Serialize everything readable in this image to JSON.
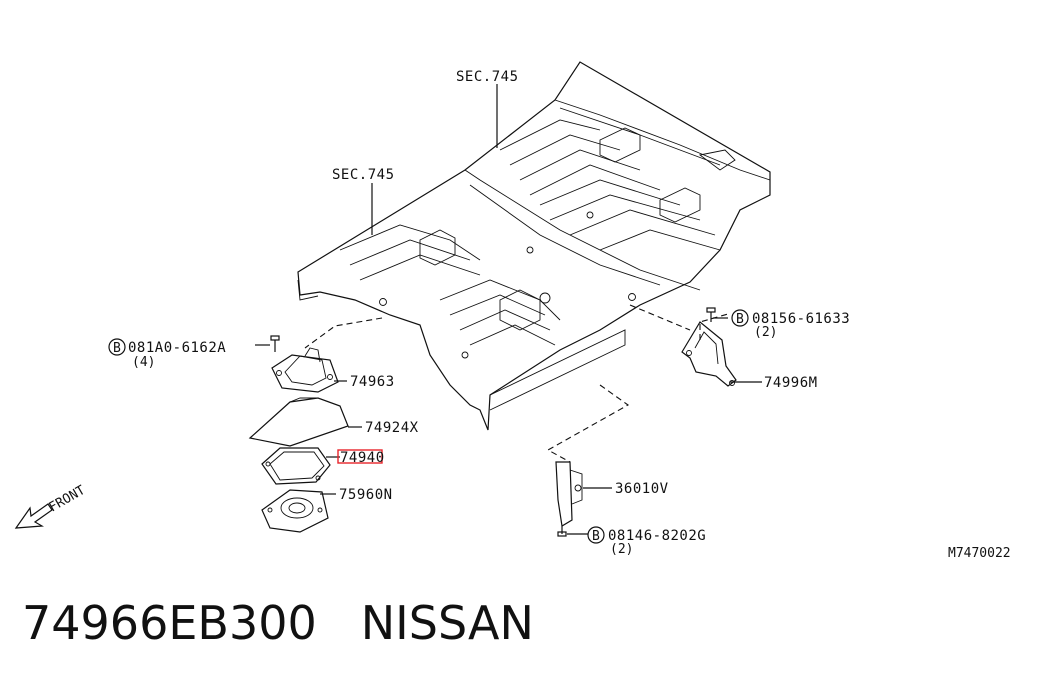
{
  "callouts": {
    "sec_top": "SEC.745",
    "sec_left": "SEC.745",
    "bolt_left_code": "081A0-6162A",
    "bolt_left_qty": "(4)",
    "bolt_right_code": "08156-61633",
    "bolt_right_qty": "(2)",
    "bolt_bottom_code": "08146-8202G",
    "bolt_bottom_qty": "(2)",
    "part_74963": "74963",
    "part_74924x": "74924X",
    "part_74940": "74940",
    "part_75960n": "75960N",
    "part_74996m": "74996M",
    "part_36010v": "36010V",
    "circle_b": "B",
    "front": "FRONT",
    "diagram_id": "M7470022"
  },
  "highlight_color": "#e8242b",
  "caption": {
    "part_number": "74966EB300",
    "brand": "NISSAN"
  }
}
